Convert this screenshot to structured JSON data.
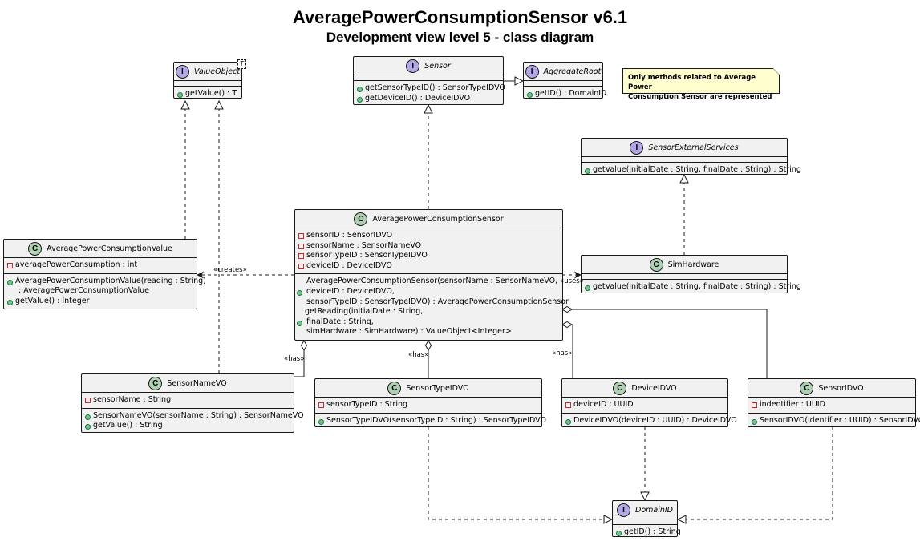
{
  "title": "AveragePowerConsumptionSensor v6.1",
  "subtitle": "Development view level 5 - class diagram",
  "note": [
    "Only methods related to Average Power",
    "Consumption Sensor are represented"
  ],
  "labels": {
    "creates": "«creates»",
    "uses": "«uses»",
    "has1": "«has»",
    "has2": "«has»",
    "has3": "«has»"
  },
  "boxes": {
    "valueobject": {
      "kind": "I",
      "name": "ValueObject",
      "type_param": "T",
      "fields": [],
      "methods": [
        "getValue() : T"
      ]
    },
    "sensor": {
      "kind": "I",
      "name": "Sensor",
      "fields": [],
      "methods": [
        "getSensorTypeID() : SensorTypeIDVO",
        "getDeviceID() : DeviceIDVO"
      ]
    },
    "aggregateroot": {
      "kind": "I",
      "name": "AggregateRoot",
      "fields": [],
      "methods": [
        "getID() : DomainID"
      ]
    },
    "externalservices": {
      "kind": "I",
      "name": "SensorExternalServices",
      "fields": [],
      "methods": [
        "getValue(initialDate : String, finalDate : String) : String"
      ]
    },
    "apcsensor": {
      "kind": "C",
      "name": "AveragePowerConsumptionSensor",
      "fields": [
        "sensorID : SensorIDVO",
        "sensorName : SensorNameVO",
        "sensorTypeID : SensorTypeIDVO",
        "deviceID : DeviceIDVO"
      ],
      "methods": [
        [
          "AveragePowerConsumptionSensor(sensorName : SensorNameVO,",
          "deviceID : DeviceIDVO,",
          "sensorTypeID : SensorTypeIDVO) : AveragePowerConsumptionSensor"
        ],
        [
          "getReading(initialDate : String,",
          "finalDate : String,",
          "simHardware : SimHardware) : ValueObject<Integer>"
        ]
      ]
    },
    "apcvalue": {
      "kind": "C",
      "name": "AveragePowerConsumptionValue",
      "fields": [
        "averagePowerConsumption : int"
      ],
      "methods": [
        [
          "AveragePowerConsumptionValue(reading : String)",
          ": AveragePowerConsumptionValue"
        ],
        [
          "getValue() : Integer"
        ]
      ]
    },
    "simhardware": {
      "kind": "C",
      "name": "SimHardware",
      "fields": [],
      "methods": [
        "getValue(initialDate : String, finalDate : String) : String"
      ]
    },
    "sensornamevo": {
      "kind": "C",
      "name": "SensorNameVO",
      "fields": [
        "sensorName : String"
      ],
      "methods": [
        "SensorNameVO(sensorName : String) : SensorNameVO",
        "getValue() : String"
      ]
    },
    "sensortypeidvo": {
      "kind": "C",
      "name": "SensorTypeIDVO",
      "fields": [
        "sensorTypeID : String"
      ],
      "methods": [
        "SensorTypeIDVO(sensorTypeID : String) : SensorTypeIDVO"
      ]
    },
    "deviceidvo": {
      "kind": "C",
      "name": "DeviceIDVO",
      "fields": [
        "deviceID : UUID"
      ],
      "methods": [
        "DeviceIDVO(deviceID : UUID) : DeviceIDVO"
      ]
    },
    "sensoridvo": {
      "kind": "C",
      "name": "SensorIDVO",
      "fields": [
        "indentifier : UUID"
      ],
      "methods": [
        "SensorIDVO(identifier : UUID) : SensorIDVO"
      ]
    },
    "domainid": {
      "kind": "I",
      "name": "DomainID",
      "fields": [],
      "methods": [
        "getID() : String"
      ]
    }
  }
}
